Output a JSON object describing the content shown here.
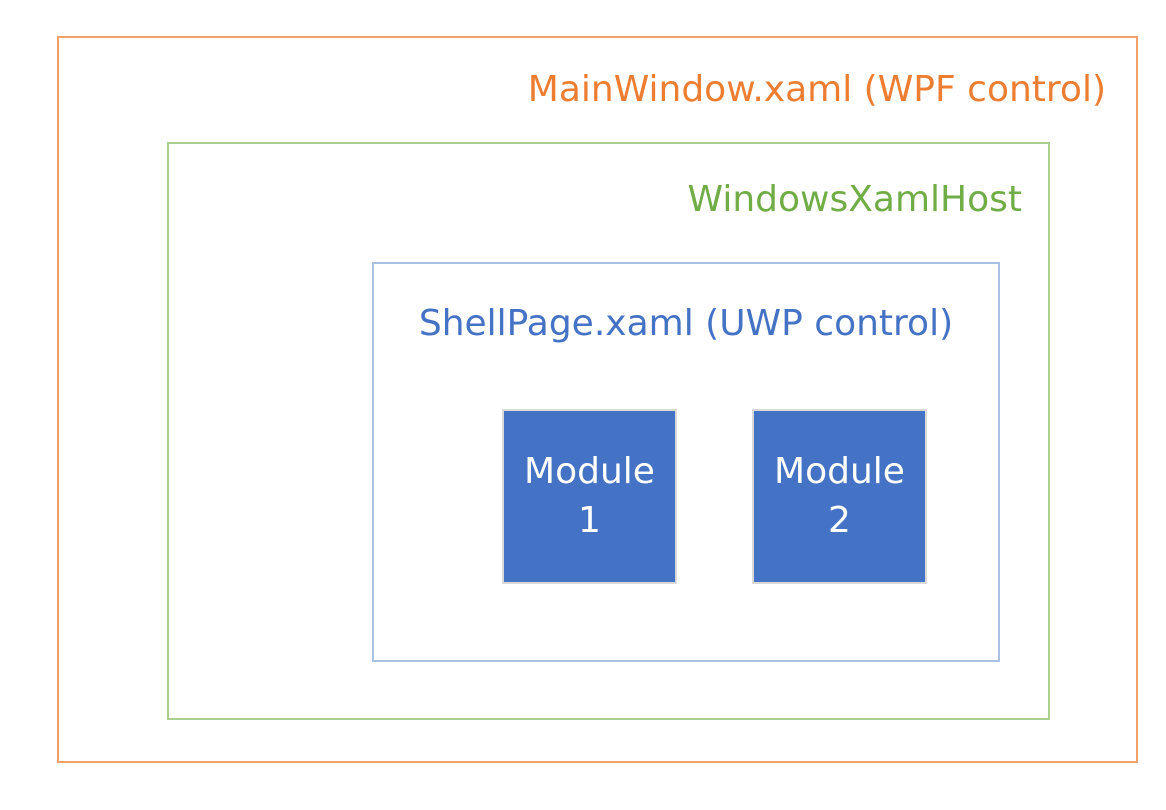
{
  "colors": {
    "main_window_text": "#ED7D31",
    "main_window_border": "#F2A06C",
    "xaml_host_text": "#70AD47",
    "xaml_host_border": "#A9D08E",
    "shell_page_text": "#4472C4",
    "shell_page_border": "#A8C2E4",
    "module_fill": "#4472C4",
    "module_border": "#D9D9D9",
    "module_text": "#FFFFFF",
    "background": "#FFFFFF"
  },
  "diagram": {
    "main_window": {
      "label": "MainWindow.xaml (WPF control)"
    },
    "xaml_host": {
      "label": "WindowsXamlHost"
    },
    "shell_page": {
      "label": "ShellPage.xaml (UWP control)"
    },
    "modules": [
      {
        "label": "Module\n1"
      },
      {
        "label": "Module\n2"
      }
    ]
  }
}
